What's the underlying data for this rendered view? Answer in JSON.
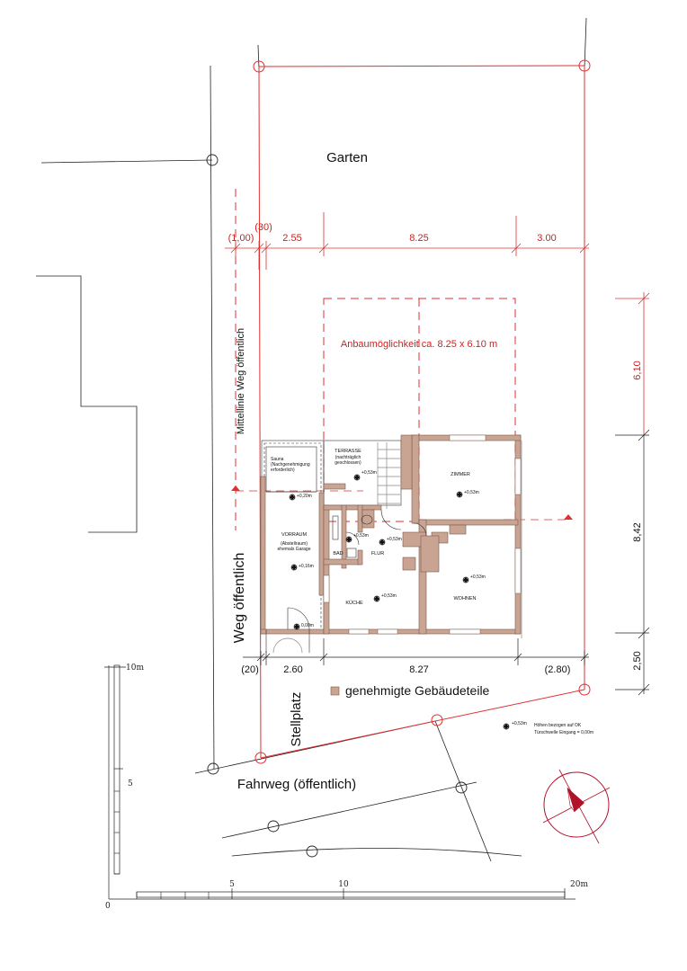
{
  "labels": {
    "garten": "Garten",
    "anbau": "Anbaumöglichkeit ca. 8.25 x 6.10 m",
    "mittellinie": "Mittellinie Weg öffentlich",
    "weg": "Weg öffentlich",
    "stellplatz": "Stellplatz",
    "fahrweg": "Fahrweg (öffentlich)",
    "legend_text": "genehmigte Gebäudeteile"
  },
  "dimensions": {
    "top": [
      "(1,00)",
      "(30)",
      "2.55",
      "8.25",
      "3.00"
    ],
    "bottom": [
      "(20)",
      "2.60",
      "8.27",
      "(2.80)"
    ],
    "right": [
      "6,10",
      "8,42",
      "2,50"
    ]
  },
  "rooms": {
    "terrasse": [
      "TERRASSE",
      "(nachträglich",
      "geschlossen)"
    ],
    "sauna": [
      "Sauna",
      "(Nachgenehmigung",
      "erforderlich)"
    ],
    "vorraum": [
      "VORRAUM",
      "(Abstellraum)",
      "ehemals Garage"
    ],
    "zimmer": "ZIMMER",
    "bad": "BAD",
    "flur": "FLUR",
    "kueche": "KÜCHE",
    "wohnen": "WOHNEN"
  },
  "levels": {
    "terrasse": "+0,53m",
    "sauna": "+0,20m",
    "vorraum": "+0,16m",
    "eingang": "0,00m",
    "bad": "+0,53m",
    "flur": "+0,53m",
    "kueche": "+0,53m",
    "zimmer": "+0,53m",
    "wohnen": "+0,53m"
  },
  "height_note": {
    "symbol": "+0,53m",
    "line1": "Höhen bezogen auf OK",
    "line2": "Türschwelle Eingang = 0,00m"
  },
  "scale": {
    "vertical": [
      "10m",
      "5",
      "0"
    ],
    "horizontal": [
      "5",
      "10",
      "20m"
    ]
  },
  "colors": {
    "boundary": "#e03030",
    "walls": "#c9a493",
    "north_arrow": "#b0122a"
  }
}
